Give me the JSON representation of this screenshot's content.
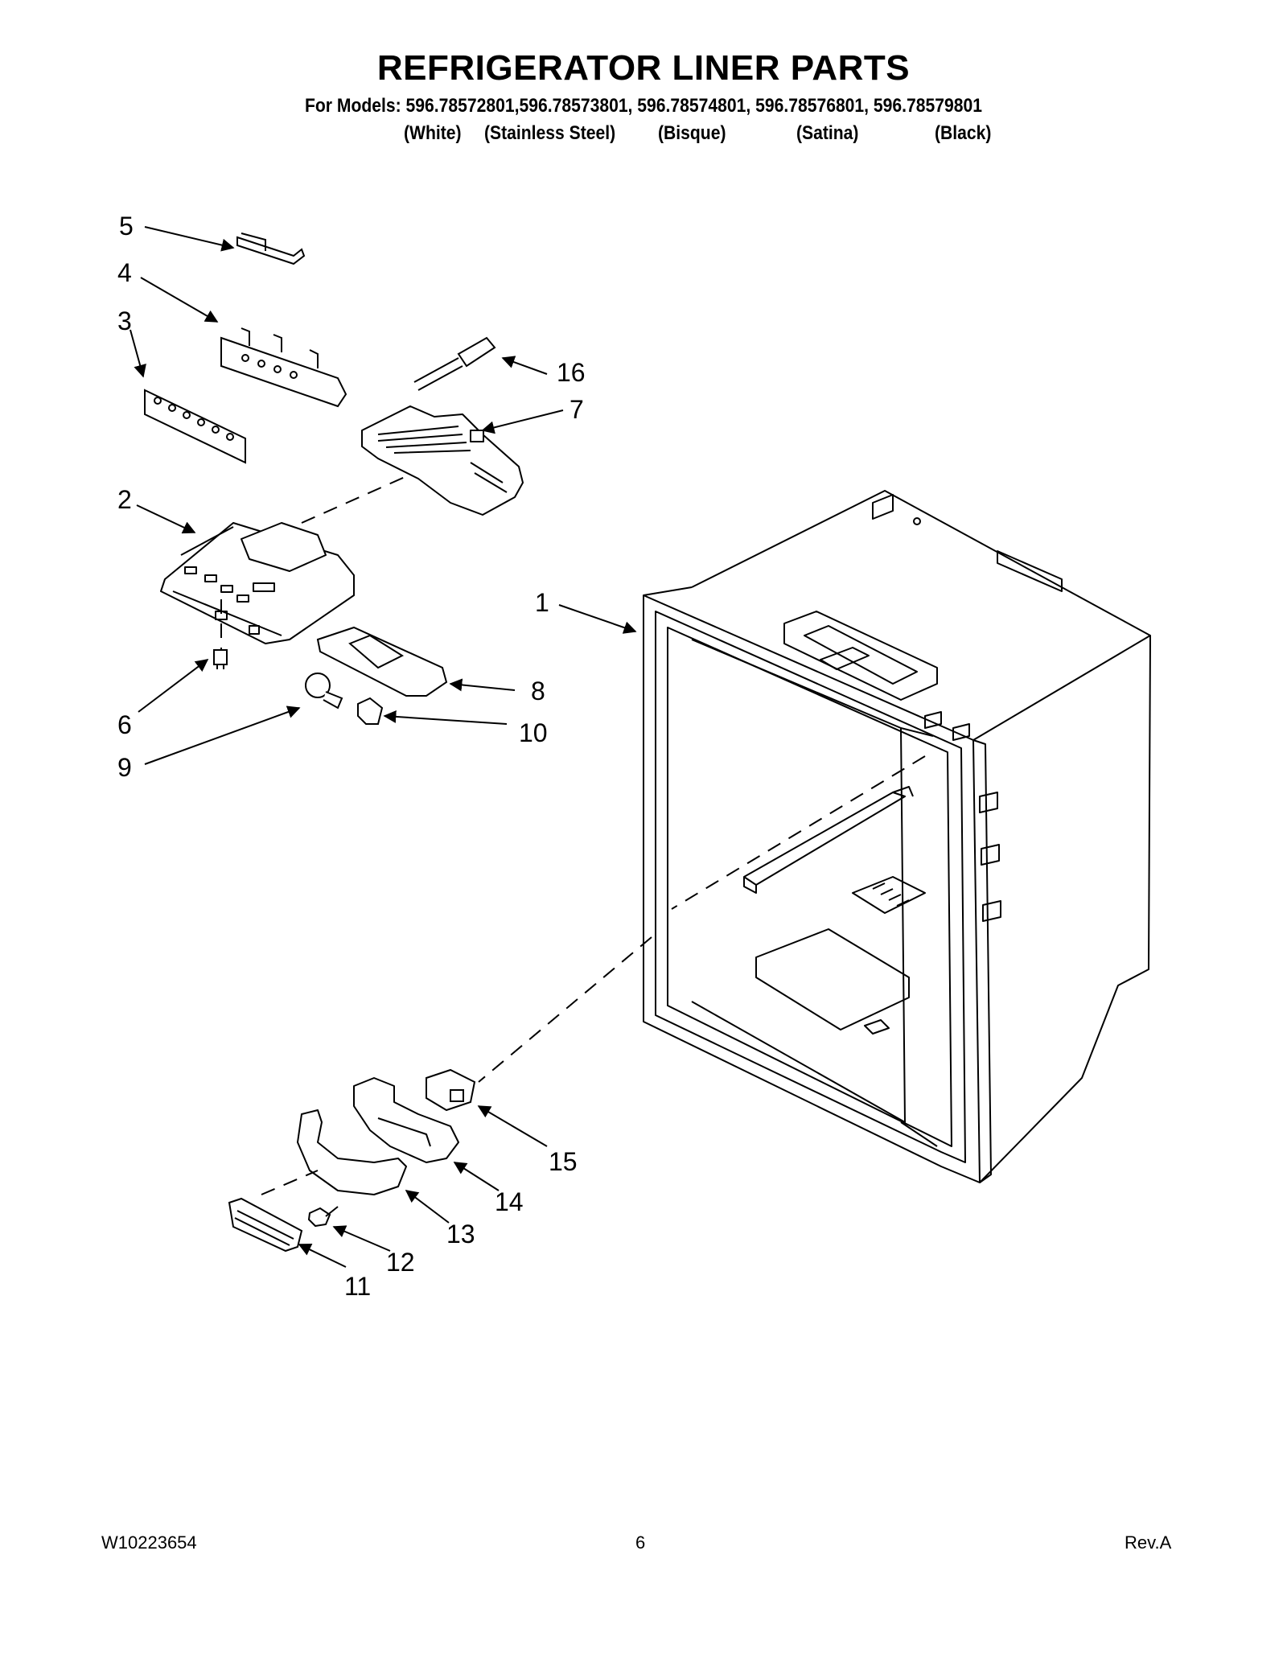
{
  "header": {
    "title": "REFRIGERATOR LINER PARTS",
    "models_line": "For Models: 596.78572801,596.78573801, 596.78574801, 596.78576801, 596.78579801",
    "colors": [
      "(White)",
      "(Stainless Steel)",
      "(Bisque)",
      "(Satina)",
      "(Black)"
    ]
  },
  "callouts": [
    "1",
    "2",
    "3",
    "4",
    "5",
    "6",
    "7",
    "8",
    "9",
    "10",
    "11",
    "12",
    "13",
    "14",
    "15",
    "16"
  ],
  "footer": {
    "doc_number": "W10223654",
    "page_number": "6",
    "revision": "Rev.A"
  }
}
